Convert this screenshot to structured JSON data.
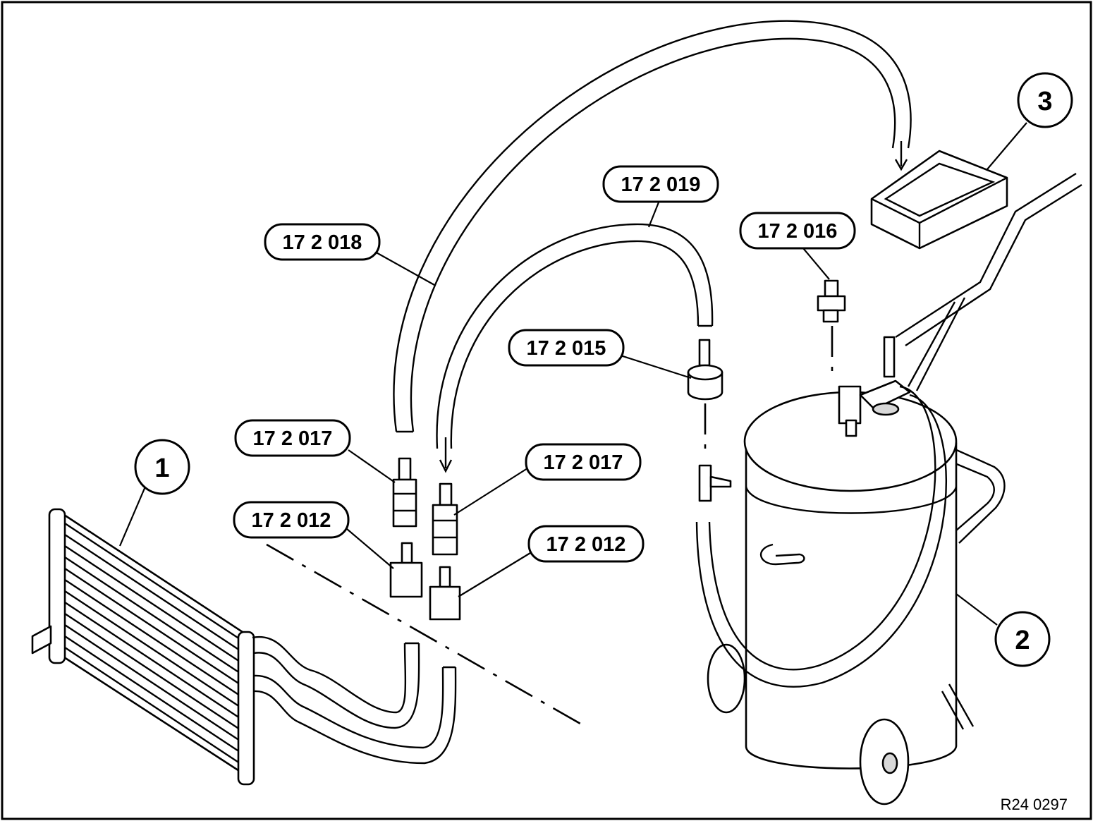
{
  "tool_labels": {
    "t018": "17 2 018",
    "t019": "17 2 019",
    "t016": "17 2 016",
    "t015": "17 2 015",
    "t017a": "17 2 017",
    "t017b": "17 2 017",
    "t012a": "17 2 012",
    "t012b": "17 2 012"
  },
  "callouts": {
    "c1": "1",
    "c2": "2",
    "c3": "3"
  },
  "reference_code": "R24 0297",
  "colors": {
    "line": "#000000",
    "background": "#ffffff",
    "shading": "#d8d8d8"
  }
}
